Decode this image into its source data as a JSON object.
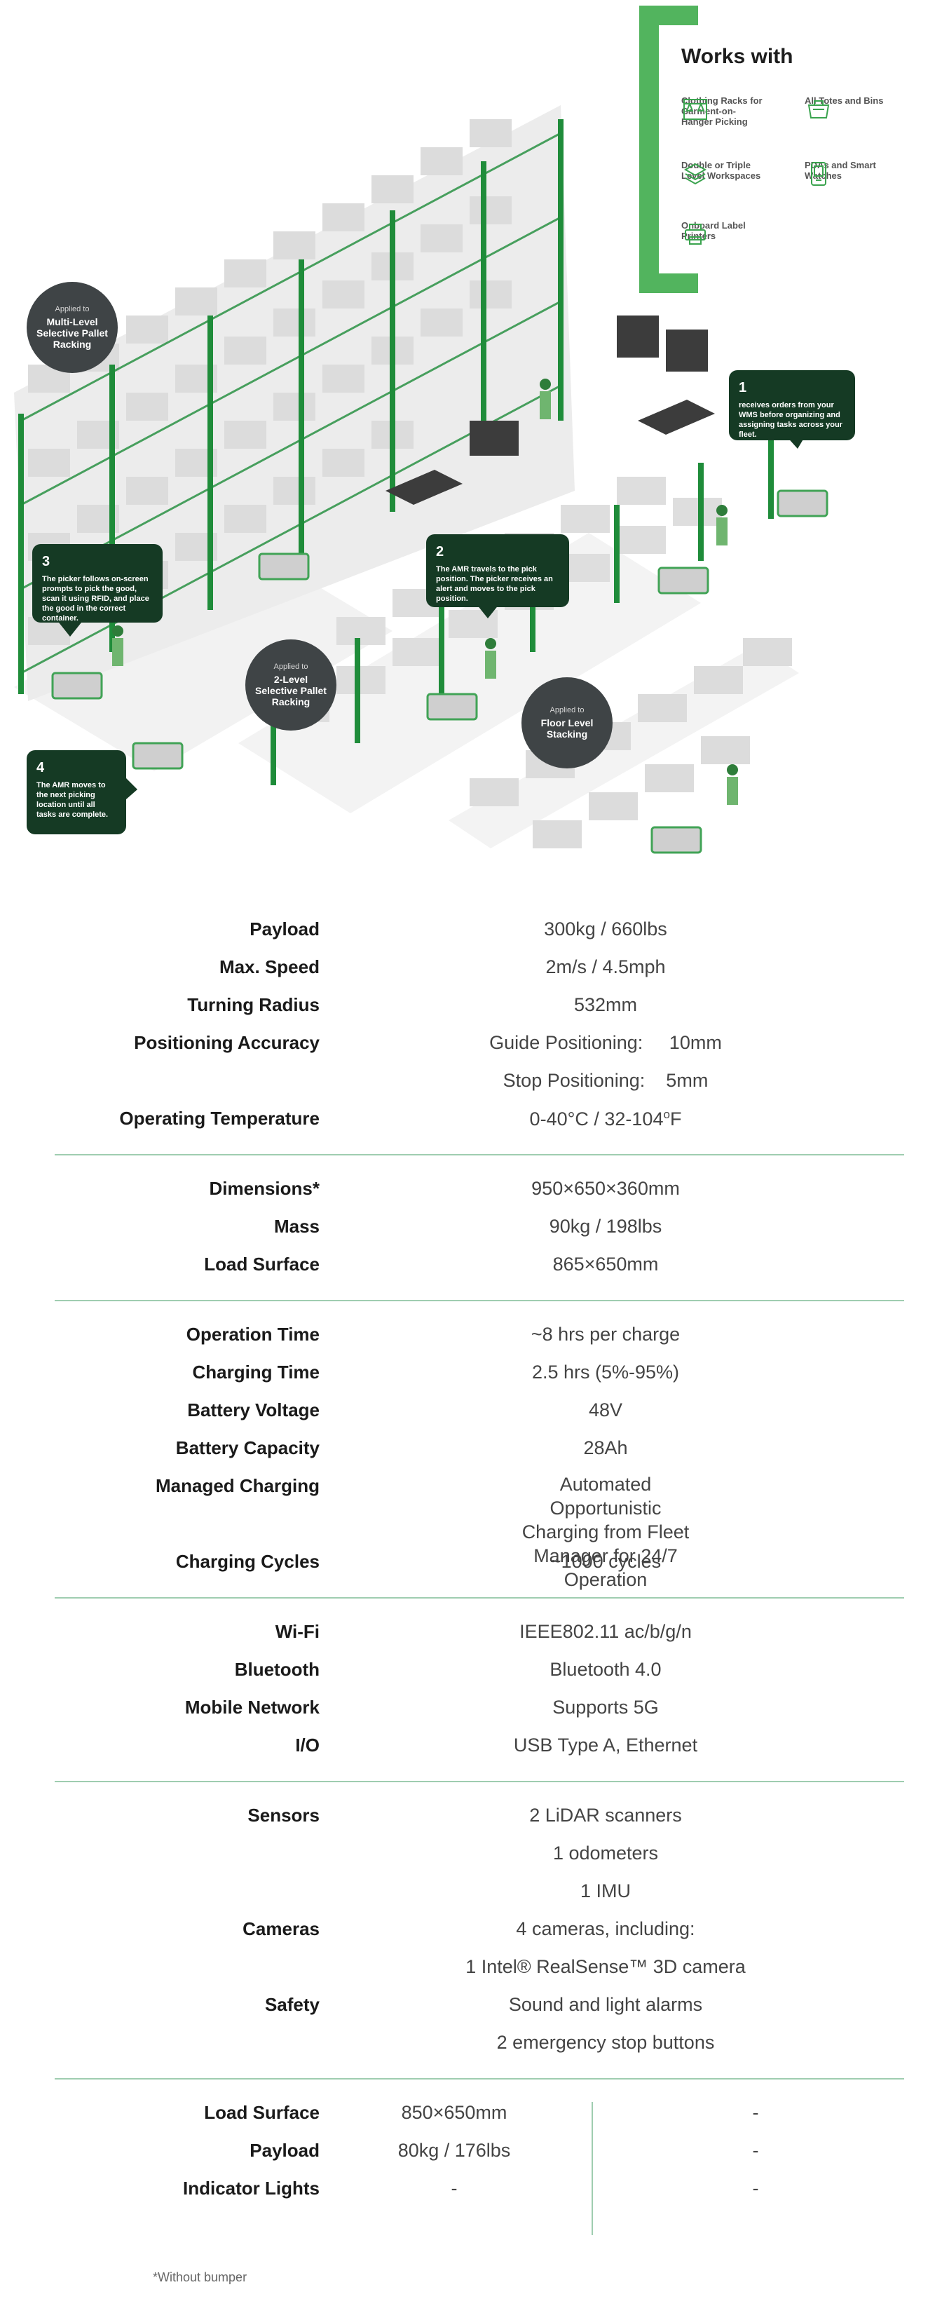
{
  "works_with": {
    "title": "Works with",
    "items": [
      {
        "icon": "clothing-rack-icon",
        "label": "Clothing Racks for Garment-on-Hanger Picking"
      },
      {
        "icon": "tote-icon",
        "label": "All Totes and Bins"
      },
      {
        "icon": "layers-icon",
        "label": "Double or Triple Level Workspaces"
      },
      {
        "icon": "pda-icon",
        "label": "PDAs and Smart Watches"
      },
      {
        "icon": "printer-icon",
        "label": "Onboard Label Printers"
      }
    ],
    "accent": "#52b45e"
  },
  "badges": [
    {
      "small": "Applied to",
      "big": "Multi-Level Selective Pallet Racking"
    },
    {
      "small": "Applied to",
      "big": "2-Level Selective Pallet Racking"
    },
    {
      "small": "Applied to",
      "big": "Floor Level Stacking"
    }
  ],
  "callouts": [
    {
      "num": "1",
      "text": "receives orders from your WMS before organizing and assigning tasks across your fleet."
    },
    {
      "num": "2",
      "text": "The AMR travels to the pick position. The picker receives an alert and moves to the pick position."
    },
    {
      "num": "3",
      "text": "The picker follows on-screen prompts to pick the good, scan it using RFID, and place the good in the correct container."
    },
    {
      "num": "4",
      "text": "The AMR moves to the next picking location until all tasks are complete."
    }
  ],
  "specs": {
    "group1": [
      {
        "label": "Payload",
        "value": "300kg / 660lbs"
      },
      {
        "label": "Max. Speed",
        "value": "2m/s / 4.5mph"
      },
      {
        "label": "Turning Radius",
        "value": "532mm"
      },
      {
        "label": "Positioning Accuracy",
        "value": "Guide Positioning:     10mm"
      },
      {
        "label": "",
        "value": "Stop Positioning:    5mm"
      },
      {
        "label": "Operating Temperature",
        "value": "0-40°C / 32-104",
        "sup": "o",
        "suffix": "F"
      }
    ],
    "group2": [
      {
        "label": "Dimensions*",
        "value": "950×650×360mm"
      },
      {
        "label": "Mass",
        "value": "90kg / 198lbs"
      },
      {
        "label": "Load Surface",
        "value": "865×650mm"
      }
    ],
    "group3": [
      {
        "label": "Operation Time",
        "value": "~8 hrs per charge"
      },
      {
        "label": "Charging Time",
        "value": "2.5 hrs (5%-95%)"
      },
      {
        "label": "Battery Voltage",
        "value": "48V"
      },
      {
        "label": "Battery Capacity",
        "value": "28Ah"
      },
      {
        "label": "Managed Charging",
        "value": "Automated Opportunistic Charging from Fleet Manager for 24/7 Operation"
      },
      {
        "label": "Charging Cycles",
        "value": "~1000 cycles"
      }
    ],
    "group4": [
      {
        "label": "Wi-Fi",
        "value": "IEEE802.11 ac/b/g/n"
      },
      {
        "label": "Bluetooth",
        "value": "Bluetooth 4.0"
      },
      {
        "label": "Mobile Network",
        "value": "Supports 5G"
      },
      {
        "label": "I/O",
        "value": "USB Type A, Ethernet"
      }
    ],
    "group5": [
      {
        "label": "Sensors",
        "value": "2 LiDAR scanners"
      },
      {
        "label": "",
        "value": "1 odometers"
      },
      {
        "label": "",
        "value": "1 IMU"
      },
      {
        "label": "Cameras",
        "value": "4 cameras, including:"
      },
      {
        "label": "",
        "value": "1 Intel® RealSense™ 3D camera"
      },
      {
        "label": "Safety",
        "value": "Sound and light alarms"
      },
      {
        "label": "",
        "value": "2 emergency stop buttons"
      }
    ],
    "group6": [
      {
        "label": "Load Surface",
        "v1": "850×650mm",
        "v2": "-"
      },
      {
        "label": "Payload",
        "v1": "80kg / 176lbs",
        "v2": "-"
      },
      {
        "label": "Indicator Lights",
        "v1": "-",
        "v2": "-"
      }
    ]
  },
  "footnote": "*Without bumper"
}
